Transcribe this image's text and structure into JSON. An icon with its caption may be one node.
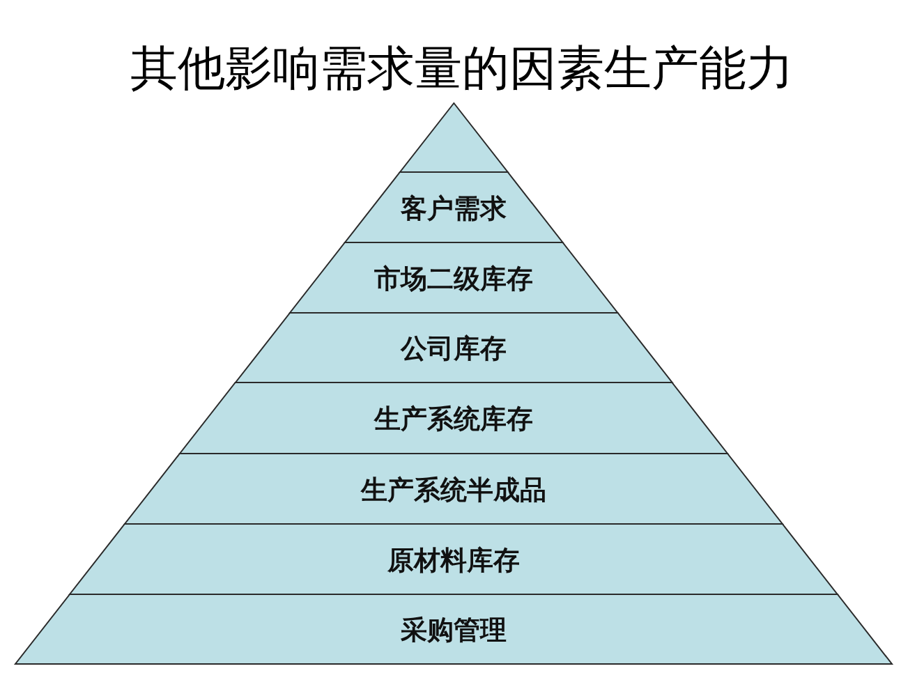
{
  "diagram": {
    "title": "其他影响需求量的因素生产能力",
    "nodes": [
      {
        "text": [],
        "shape": "triangle"
      },
      {
        "text": [
          "客户需求"
        ]
      },
      {
        "text": [
          "市场二级库存"
        ]
      },
      {
        "text": [
          "公司库存"
        ]
      },
      {
        "text": [
          "生产系统库存"
        ]
      },
      {
        "text": [
          "生产系统半成品"
        ]
      },
      {
        "text": [
          "原材料库存"
        ]
      },
      {
        "text": [
          "采购管理"
        ]
      }
    ]
  }
}
